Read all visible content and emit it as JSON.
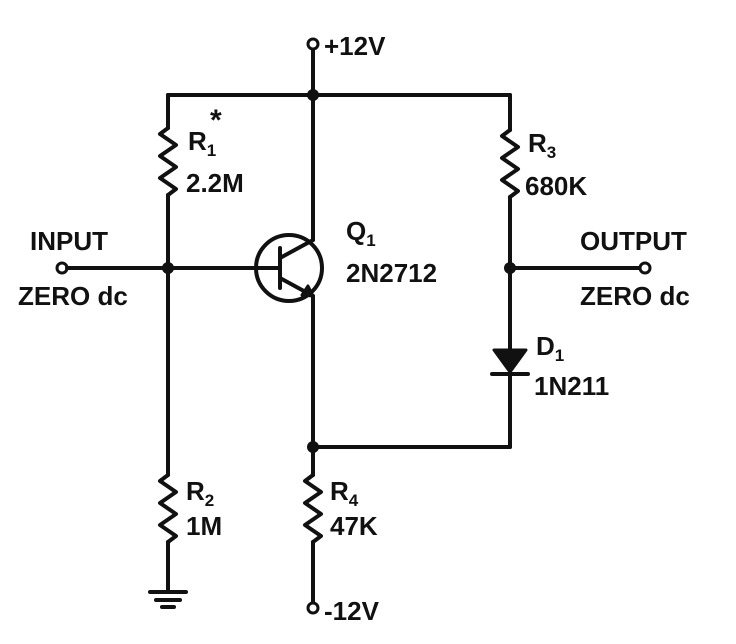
{
  "supply": {
    "positive": "+12V",
    "negative": "-12V"
  },
  "input": {
    "label": "INPUT",
    "sublabel": "ZERO dc"
  },
  "output": {
    "label": "OUTPUT",
    "sublabel": "ZERO dc"
  },
  "components": {
    "r1": {
      "prefix": "R",
      "subscript": "1",
      "mark": "*",
      "value": "2.2M"
    },
    "r2": {
      "prefix": "R",
      "subscript": "2",
      "value": "1M"
    },
    "r3": {
      "prefix": "R",
      "subscript": "3",
      "value": "680K"
    },
    "r4": {
      "prefix": "R",
      "subscript": "4",
      "value": "47K"
    },
    "q1": {
      "prefix": "Q",
      "subscript": "1",
      "value": "2N2712"
    },
    "d1": {
      "prefix": "D",
      "subscript": "1",
      "value": "1N211"
    }
  }
}
